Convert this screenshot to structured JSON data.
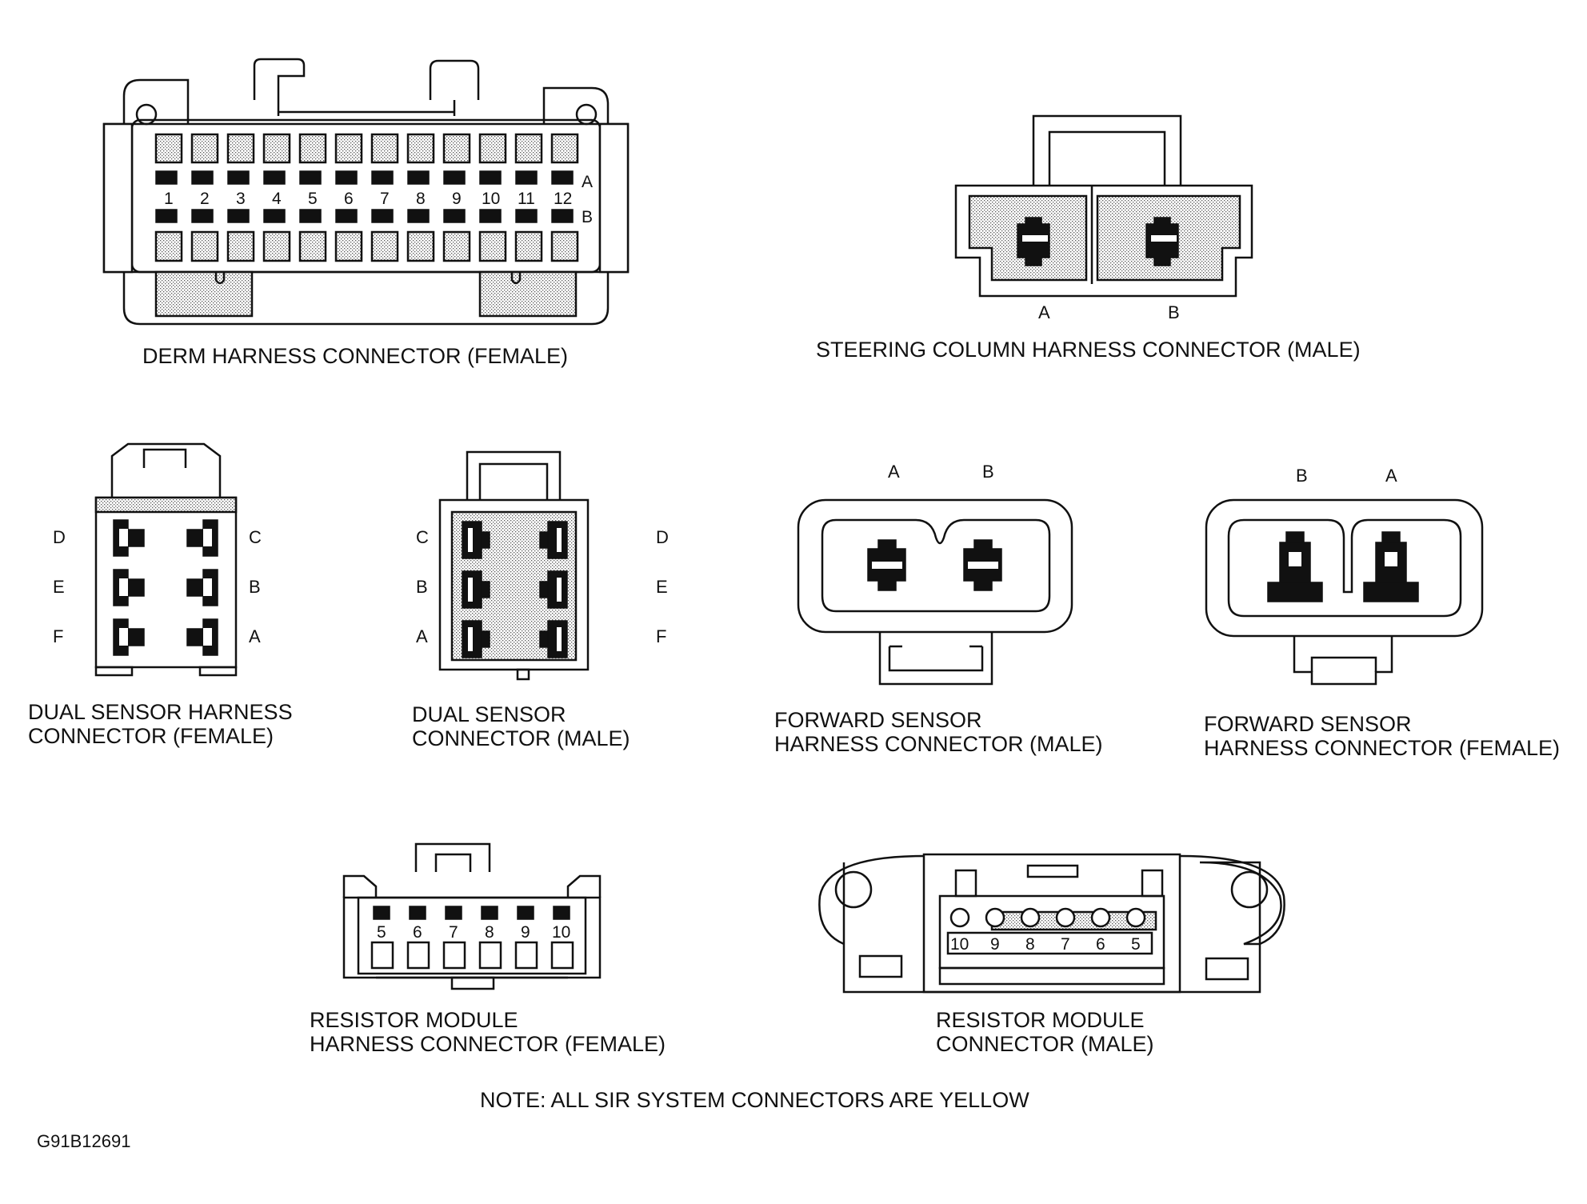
{
  "connectors": {
    "derm": {
      "title": "DERM HARNESS CONNECTOR (FEMALE)",
      "pins": [
        "1",
        "2",
        "3",
        "4",
        "5",
        "6",
        "7",
        "8",
        "9",
        "10",
        "11",
        "12"
      ],
      "row_a": "A",
      "row_b": "B"
    },
    "steering": {
      "title": "STEERING COLUMN HARNESS CONNECTOR (MALE)",
      "pin_a": "A",
      "pin_b": "B"
    },
    "dual_female": {
      "title_line1": "DUAL SENSOR HARNESS",
      "title_line2": "CONNECTOR (FEMALE)",
      "left_pins": [
        "D",
        "E",
        "F"
      ],
      "right_pins": [
        "C",
        "B",
        "A"
      ]
    },
    "dual_male": {
      "title_line1": "DUAL SENSOR",
      "title_line2": "CONNECTOR (MALE)",
      "left_pins": [
        "C",
        "B",
        "A"
      ],
      "right_pins": [
        "D",
        "E",
        "F"
      ]
    },
    "forward_male": {
      "title_line1": "FORWARD SENSOR",
      "title_line2": "HARNESS CONNECTOR (MALE)",
      "pins": [
        "A",
        "B"
      ]
    },
    "forward_female": {
      "title_line1": "FORWARD SENSOR",
      "title_line2": "HARNESS CONNECTOR (FEMALE)",
      "pins": [
        "B",
        "A"
      ]
    },
    "resistor_female": {
      "title_line1": "RESISTOR MODULE",
      "title_line2": "HARNESS CONNECTOR (FEMALE)",
      "pins": [
        "5",
        "6",
        "7",
        "8",
        "9",
        "10"
      ]
    },
    "resistor_male": {
      "title_line1": "RESISTOR MODULE",
      "title_line2": "CONNECTOR (MALE)",
      "pins": [
        "10",
        "9",
        "8",
        "7",
        "6",
        "5"
      ]
    }
  },
  "note": "NOTE: ALL SIR SYSTEM CONNECTORS ARE YELLOW",
  "figure_code": "G91B12691"
}
